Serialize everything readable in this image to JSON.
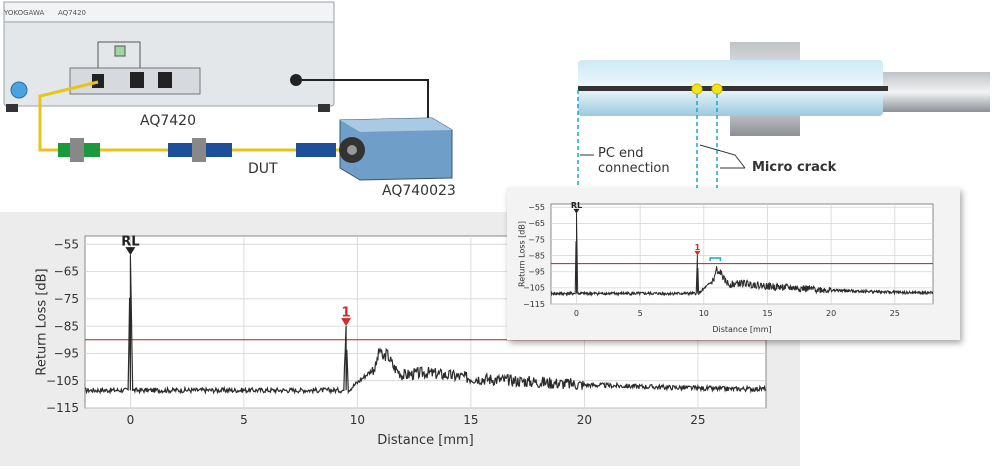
{
  "equipment": {
    "instrument_brand": "YOKOGAWA",
    "instrument_model_small": "AQ7420",
    "instrument_label": "AQ7420",
    "dut_label": "DUT",
    "adapter_label": "AQ740023"
  },
  "annotations": {
    "pc_end_line1": "PC  end",
    "pc_end_line2": "connection",
    "micro_crack": "Micro crack"
  },
  "colors": {
    "trace": "#2b2b2b",
    "threshold": "#b52020",
    "marker": "#d42a2a",
    "guide": "#1aa6c8",
    "fiber_yellow": "#e8c31a",
    "connector_green": "#1a9a3c",
    "connector_blue": "#1e4f9a",
    "panel_bg": "#ececec"
  },
  "chart_data": [
    {
      "id": "main",
      "type": "line",
      "xlabel": "Distance [mm]",
      "ylabel": "Return Loss [dB]",
      "xlim": [
        -2,
        28
      ],
      "ylim": [
        -115,
        -52
      ],
      "xticks": [
        0,
        5,
        10,
        15,
        20,
        25
      ],
      "yticks": [
        -55,
        -65,
        -75,
        -85,
        -95,
        -105,
        -115
      ],
      "grid": true,
      "threshold": -90,
      "noise_floor": -108.5,
      "markers": [
        {
          "label": "RL",
          "x": 0,
          "y": -59
        },
        {
          "label": "1",
          "x": 9.5,
          "y": -85
        }
      ],
      "series": [
        {
          "x": [
            -2,
            -0.1,
            0,
            0.1,
            9.4,
            9.5,
            9.6,
            10.8,
            11.0,
            11.1,
            11.3,
            11.6,
            12,
            13,
            14,
            15,
            16,
            18,
            20,
            22,
            24,
            26,
            28
          ],
          "y": [
            -108.5,
            -108.5,
            -59,
            -108.5,
            -108.5,
            -85,
            -108.5,
            -100,
            -93,
            -97,
            -95,
            -100,
            -103,
            -102,
            -103,
            -104,
            -104.5,
            -105.5,
            -106.5,
            -107,
            -107.5,
            -108,
            -108
          ]
        }
      ]
    },
    {
      "id": "inset",
      "type": "line",
      "xlabel": "Distance [mm]",
      "ylabel": "Return Loss [dB]",
      "xlim": [
        -2,
        28
      ],
      "ylim": [
        -115,
        -53
      ],
      "xticks": [
        0,
        5,
        10,
        15,
        20,
        25
      ],
      "yticks": [
        -55,
        -65,
        -75,
        -85,
        -95,
        -105,
        -115
      ],
      "grid": true,
      "threshold": -90,
      "noise_floor": -108.5,
      "markers": [
        {
          "label": "RL",
          "x": 0,
          "y": -59
        },
        {
          "label": "1",
          "x": 9.5,
          "y": -85
        }
      ],
      "series": [
        {
          "x": [
            -2,
            -0.1,
            0,
            0.1,
            9.4,
            9.5,
            9.6,
            10.8,
            11.0,
            11.1,
            11.3,
            11.6,
            12,
            13,
            14,
            15,
            16,
            18,
            20,
            22,
            24,
            26,
            28
          ],
          "y": [
            -108.5,
            -108.5,
            -59,
            -108.5,
            -108.5,
            -85,
            -108.5,
            -100,
            -93,
            -97,
            -95,
            -100,
            -103,
            -102,
            -103,
            -104,
            -104.5,
            -105.5,
            -106.5,
            -107,
            -107.5,
            -108,
            -108
          ]
        }
      ]
    }
  ]
}
